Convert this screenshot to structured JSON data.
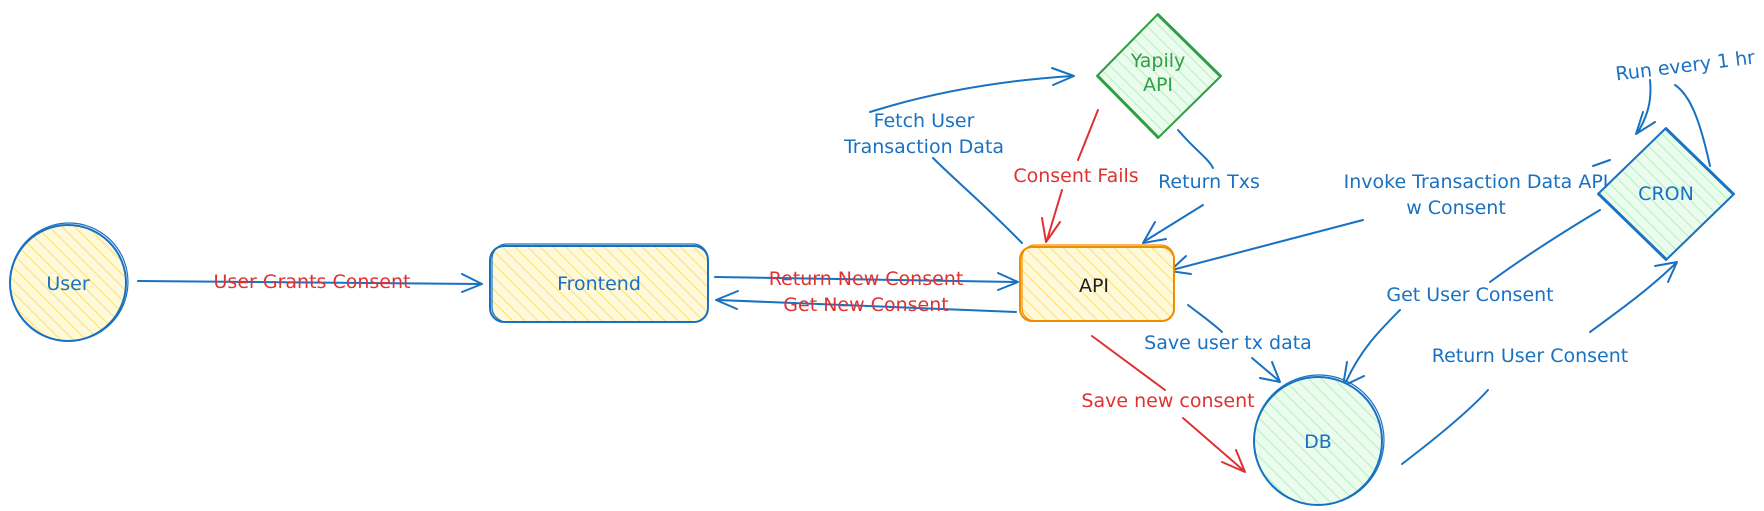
{
  "colors": {
    "blue": "#1971c2",
    "red": "#e03131",
    "green": "#2f9e44",
    "orange": "#f08c00",
    "fill_yellow": "#fff3bf",
    "fill_green": "#d3f9d8",
    "text_dark": "#1e1e1e"
  },
  "nodes": {
    "user": "User",
    "frontend": "Frontend",
    "api": "API",
    "yapily": [
      "Yapily",
      "API"
    ],
    "cron": "CRON",
    "db": "DB"
  },
  "edges": {
    "user_grants_consent": "User Grants Consent",
    "return_new_consent": "Return New Consent",
    "get_new_consent": "Get New Consent",
    "fetch_user_tx": [
      "Fetch User",
      "Transaction Data"
    ],
    "consent_fails": "Consent Fails",
    "return_txs": "Return Txs",
    "invoke_tx": [
      "Invoke Transaction Data API",
      "w Consent"
    ],
    "run_every": "Run every 1 hr",
    "save_user_tx": "Save user tx data",
    "save_new_consent": "Save new consent",
    "get_user_consent": "Get User Consent",
    "return_user_consent": "Return User Consent"
  }
}
